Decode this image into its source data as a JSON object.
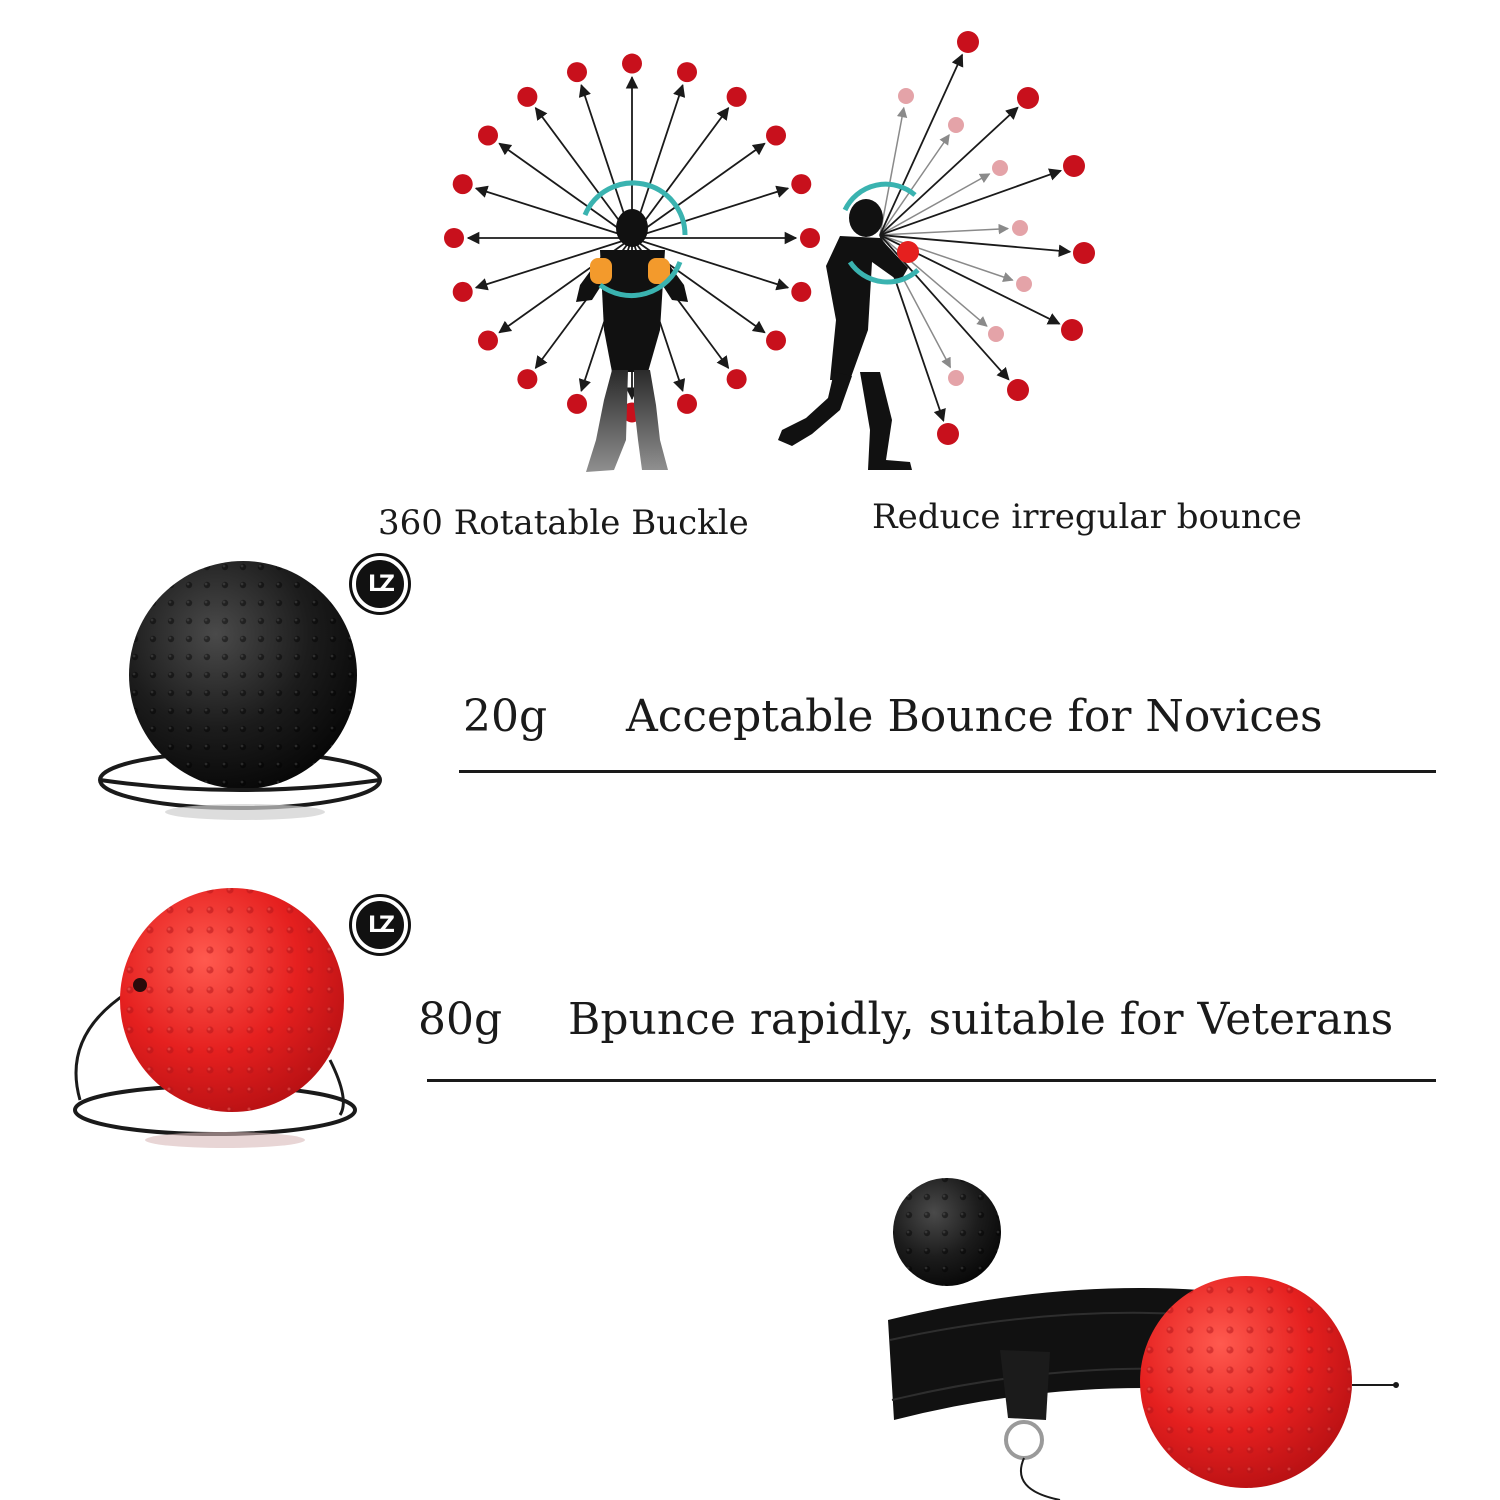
{
  "diagram": {
    "left_caption": "360 Rotatable Buckle",
    "right_caption": "Reduce irregular bounce"
  },
  "products": [
    {
      "weight": "20g",
      "description": "Acceptable Bounce for Novices",
      "ball_color": "#151515"
    },
    {
      "weight": "80g",
      "description": "Bpunce rapidly,  suitable for Veterans",
      "ball_color": "#e5201f"
    }
  ],
  "logo_text": "LZ",
  "colors": {
    "dot_red": "#c8101c",
    "dot_faded": "#e4a3a8",
    "arrow_dark": "#1a1a1a",
    "arrow_grey": "#8a8a8a",
    "swirl_teal": "#3ab3b0",
    "ball_black": "#151515",
    "ball_red": "#e5201f",
    "headband": "#111111"
  }
}
